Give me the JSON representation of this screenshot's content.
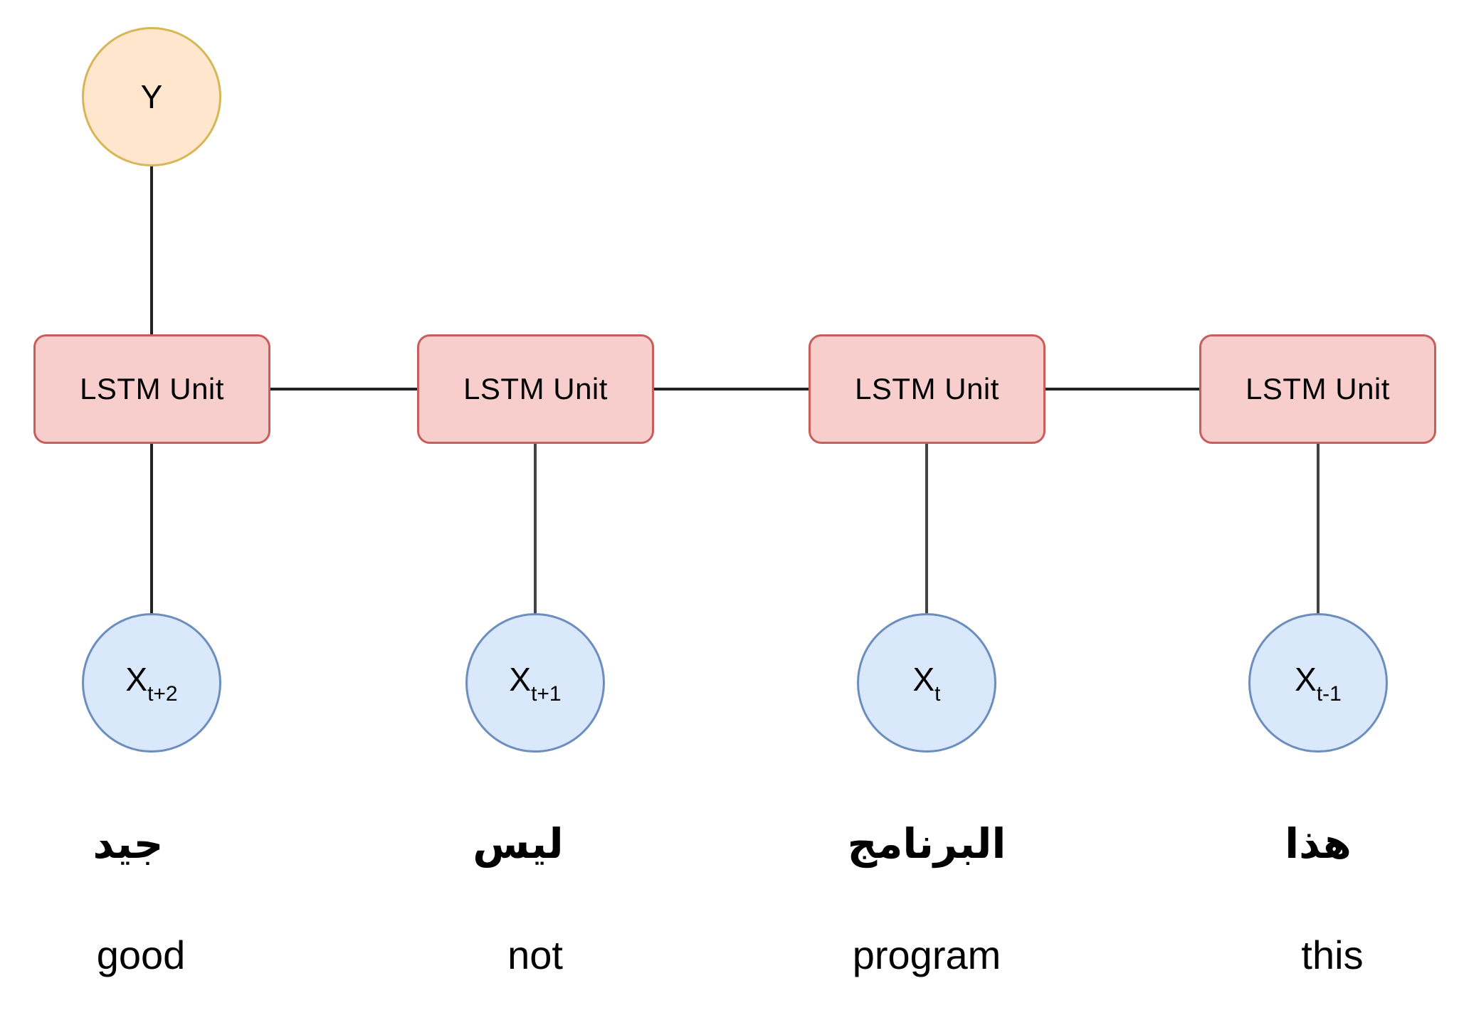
{
  "output_node": {
    "label": "Y"
  },
  "lstm_units": [
    {
      "label": "LSTM Unit"
    },
    {
      "label": "LSTM Unit"
    },
    {
      "label": "LSTM Unit"
    },
    {
      "label": "LSTM Unit"
    }
  ],
  "input_nodes": [
    {
      "base": "X",
      "sub": "t+2"
    },
    {
      "base": "X",
      "sub": "t+1"
    },
    {
      "base": "X",
      "sub": "t"
    },
    {
      "base": "X",
      "sub": "t-1"
    }
  ],
  "words": [
    {
      "arabic": "جيد",
      "english": "good"
    },
    {
      "arabic": "ليس",
      "english": "not"
    },
    {
      "arabic": "البرنامج",
      "english": "program"
    },
    {
      "arabic": "هذا",
      "english": "this"
    }
  ],
  "colors": {
    "lstm_fill": "#f8cecc",
    "lstm_stroke": "#c95d5a",
    "output_fill": "#ffe6cc",
    "output_stroke": "#d6b656",
    "input_fill": "#dae8fc",
    "input_stroke": "#6c8ebf",
    "edge": "#222222"
  }
}
